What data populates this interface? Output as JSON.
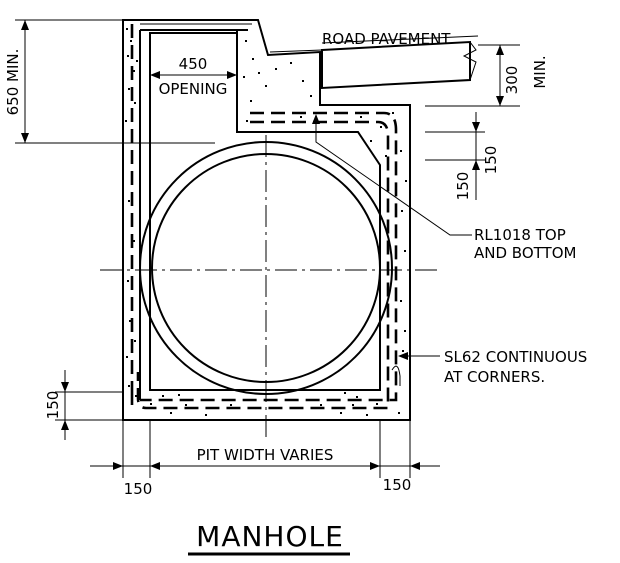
{
  "drawing": {
    "title": "MANHOLE",
    "labels": {
      "road_pavement": "ROAD PAVEMENT",
      "opening_dim": "450",
      "opening": "OPENING",
      "depth_min": "650 MIN.",
      "pavement_dim": "300",
      "pavement_min": "MIN.",
      "slab_dim_1": "150",
      "slab_dim_2": "150",
      "rl_line1": "RL1018 TOP",
      "rl_line2": "AND BOTTOM",
      "sl_line1": "SL62 CONTINUOUS",
      "sl_line2": "AT CORNERS.",
      "base_dim": "150",
      "pit_width": "PIT WIDTH VARIES",
      "wall_left_dim": "150",
      "wall_right_dim": "150"
    }
  }
}
